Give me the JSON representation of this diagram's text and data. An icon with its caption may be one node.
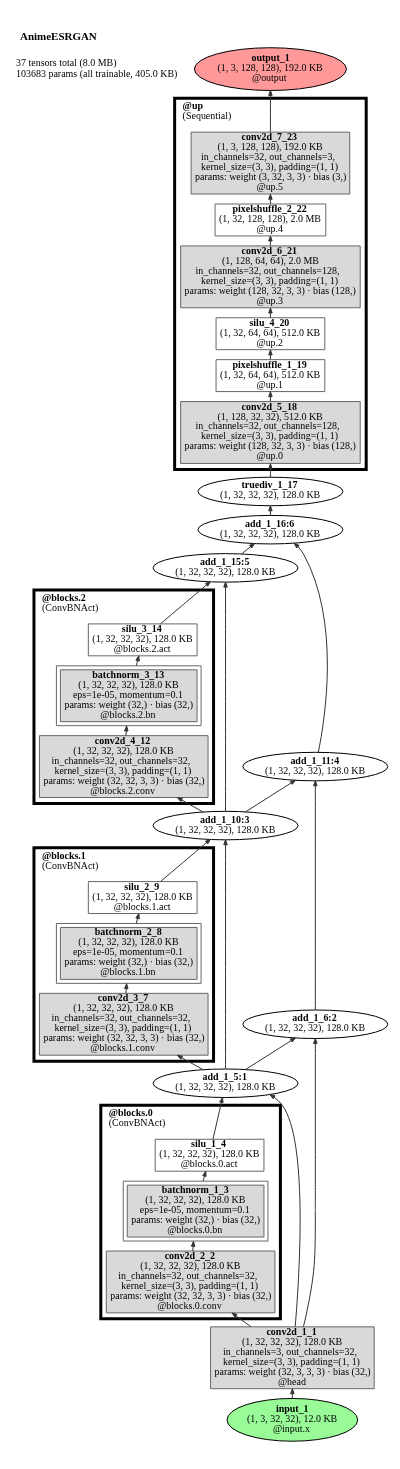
{
  "diagram": {
    "title": "AnimeESRGAN",
    "nodes": [
      {
        "text": [
          "output_1",
          "(1, 3, 128, 128), 192.0 KB",
          "@output"
        ]
      },
      {
        "text": [
          "@up",
          "(Sequential)"
        ]
      },
      {
        "text": [
          "conv2d_7_23",
          "(1, 3, 128, 128), 192.0 KB",
          "in_channels=32, out_channels=3, kernel_size=(3, 3), padding=(1, 1)",
          "params: weight (3, 32, 3, 3) · bias (3,)",
          "@up.5"
        ],
        "in": 1
      },
      {
        "text": [
          "pixelshuffle_2_22",
          "(1, 32, 128, 128), 2.0 MB",
          "@up.4"
        ],
        "in": 1
      },
      {
        "text": [
          "conv2d_6_21",
          "(1, 128, 64, 64), 2.0 MB",
          "in_channels=32, out_channels=128, kernel_size=(3, 3), padding=(1, 1)",
          "params: weight (128, 32, 3, 3) · bias (128,)",
          "@up.3"
        ],
        "in": 1
      },
      {
        "text": [
          "silu_4_20",
          "(1, 32, 64, 64), 512.0 KB",
          "@up.2"
        ],
        "in": 1
      },
      {
        "text": [
          "pixelshuffle_1_19",
          "(1, 32, 64, 64), 512.0 KB",
          "@up.1"
        ],
        "in": 1
      },
      {
        "text": [
          "conv2d_5_18",
          "(1, 128, 32, 32), 512.0 KB",
          "in_channels=32, out_channels=128, kernel_size=(3, 3), padding=(1, 1)",
          "params: weight (128, 32, 3, 3) · bias (128,)",
          "@up.0"
        ],
        "in": 1
      },
      {
        "text": [
          "truediv_1_17",
          "(1, 32, 32, 32), 128.0 KB"
        ]
      },
      {
        "text": [
          "add_1_16:6",
          "(1, 32, 32, 32), 128.0 KB"
        ]
      },
      {
        "text": [
          "add_1_15:5",
          "(1, 32, 32, 32), 128.0 KB"
        ]
      },
      {
        "text": [
          "@blocks.2",
          "(ConvBNAct)"
        ]
      },
      {
        "text": [
          "silu_3_14",
          "(1, 32, 32, 32), 128.0 KB",
          "@blocks.2.act"
        ],
        "in": 11
      },
      {
        "text": [
          "batchnorm_3_13",
          "(1, 32, 32, 32), 128.0 KB",
          "eps=1e-05, momentum=0.1",
          "params: weight (32,) · bias (32,)",
          "@blocks.2.bn"
        ],
        "in": 11
      },
      {
        "text": [
          "conv2d_4_12",
          "(1, 32, 32, 32), 128.0 KB",
          "in_channels=32, out_channels=32, kernel_size=(3, 3), padding=(1, 1)",
          "params: weight (32, 32, 3, 3) · bias (32,)",
          "@blocks.2.conv"
        ],
        "in": 11
      },
      {
        "text": [
          "add_1_11:4",
          "(1, 32, 32, 32), 128.0 KB"
        ]
      },
      {
        "text": [
          "add_1_10:3",
          "(1, 32, 32, 32), 128.0 KB"
        ]
      },
      {
        "text": [
          "@blocks.1",
          "(ConvBNAct)"
        ]
      },
      {
        "text": [
          "silu_2_9",
          "(1, 32, 32, 32), 128.0 KB",
          "@blocks.1.act"
        ],
        "in": 17
      },
      {
        "text": [
          "batchnorm_2_8",
          "(1, 32, 32, 32), 128.0 KB",
          "eps=1e-05, momentum=0.1",
          "params: weight (32,) · bias (32,)",
          "@blocks.1.bn"
        ],
        "in": 17
      },
      {
        "text": [
          "conv2d_3_7",
          "(1, 32, 32, 32), 128.0 KB",
          "in_channels=32, out_channels=32, kernel_size=(3, 3), padding=(1, 1)",
          "params: weight (32, 32, 3, 3) · bias (32,)",
          "@blocks.1.conv"
        ],
        "in": 17
      },
      {
        "text": [
          "add_1_6:2",
          "(1, 32, 32, 32), 128.0 KB"
        ]
      },
      {
        "text": [
          "add_1_5:1",
          "(1, 32, 32, 32), 128.0 KB"
        ]
      },
      {
        "text": [
          "@blocks.0",
          "(ConvBNAct)"
        ]
      },
      {
        "text": [
          "silu_1_4",
          "(1, 32, 32, 32), 128.0 KB",
          "@blocks.0.act"
        ],
        "in": 23
      },
      {
        "text": [
          "batchnorm_1_3",
          "(1, 32, 32, 32), 128.0 KB",
          "eps=1e-05, momentum=0.1",
          "params: weight (32,) · bias (32,)",
          "@blocks.0.bn"
        ],
        "in": 23
      },
      {
        "text": [
          "conv2d_2_2",
          "(1, 32, 32, 32), 128.0 KB",
          "in_channels=32, out_channels=32, kernel_size=(3, 3), padding=(1, 1)",
          "params: weight (32, 32, 3, 3) · bias (32,)",
          "@blocks.0.conv"
        ],
        "in": 23
      },
      {
        "text": [
          "conv2d_1_1",
          "(1, 32, 32, 32), 128.0 KB",
          "in_channels=3, out_channels=32, kernel_size=(3, 3), padding=(1, 1)",
          "params: weight (32, 3, 3, 3) · bias (32,)",
          "@head"
        ]
      },
      {
        "text": [
          "input_1",
          "(1, 3, 32, 32), 12.0 KB",
          "@input.x"
        ]
      }
    ],
    "edges": [
      {
        "from": 28,
        "to": 27,
        "arrow": "to"
      },
      {
        "from": 27,
        "to": 26,
        "arrow": "to"
      },
      {
        "from": 26,
        "to": 25,
        "arrow": "to"
      },
      {
        "from": 25,
        "to": 24,
        "arrow": "to"
      },
      {
        "from": 24,
        "to": 22,
        "arrow": "to"
      },
      {
        "from": 27,
        "to": 22,
        "arrow": "to"
      },
      {
        "from": 27,
        "to": 21,
        "arrow": "to"
      },
      {
        "from": 22,
        "to": 20,
        "arrow": "to"
      },
      {
        "from": 22,
        "to": 21,
        "arrow": "to"
      },
      {
        "from": 20,
        "to": 19,
        "arrow": "to"
      },
      {
        "from": 19,
        "to": 18,
        "arrow": "to"
      },
      {
        "from": 18,
        "to": 16,
        "arrow": "to"
      },
      {
        "from": 22,
        "to": 16,
        "arrow": "to"
      },
      {
        "from": 16,
        "to": 14,
        "arrow": "to"
      },
      {
        "from": 16,
        "to": 15,
        "arrow": "to"
      },
      {
        "from": 21,
        "to": 15,
        "arrow": "to"
      },
      {
        "from": 14,
        "to": 13,
        "arrow": "to"
      },
      {
        "from": 13,
        "to": 12,
        "arrow": "to"
      },
      {
        "from": 12,
        "to": 10,
        "arrow": "to"
      },
      {
        "from": 16,
        "to": 10,
        "arrow": "to"
      },
      {
        "from": 10,
        "to": 9,
        "arrow": "to"
      },
      {
        "from": 15,
        "to": 9,
        "arrow": "to"
      },
      {
        "from": 9,
        "to": 8,
        "arrow": "to"
      },
      {
        "from": 8,
        "to": 7,
        "arrow": "to"
      },
      {
        "from": 7,
        "to": 6,
        "arrow": "to"
      },
      {
        "from": 6,
        "to": 5,
        "arrow": "to"
      },
      {
        "from": 5,
        "to": 4,
        "arrow": "to"
      },
      {
        "from": 4,
        "to": 3,
        "arrow": "to"
      },
      {
        "from": 3,
        "to": 2,
        "arrow": "to"
      },
      {
        "from": 2,
        "to": 0,
        "arrow": "to"
      }
    ],
    "labels": [
      "37 tensors total (8.0 MB)",
      "103683 params (all trainable, 405.0 KB)"
    ]
  }
}
